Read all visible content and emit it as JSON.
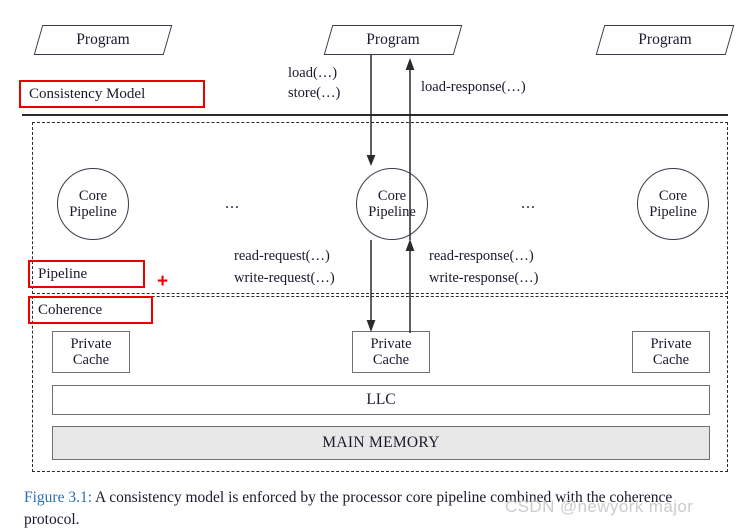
{
  "figure": {
    "caption_number": "Figure 3.1:",
    "caption_text": " A consistency model is enforced by the processor core pipeline combined with the coherence protocol.",
    "watermark": "CSDN @newyork major"
  },
  "programs": [
    {
      "label": "Program"
    },
    {
      "label": "Program"
    },
    {
      "label": "Program"
    }
  ],
  "cores": [
    {
      "line1": "Core",
      "line2": "Pipeline"
    },
    {
      "line1": "Core",
      "line2": "Pipeline"
    },
    {
      "line1": "Core",
      "line2": "Pipeline"
    }
  ],
  "caches": [
    {
      "line1": "Private",
      "line2": "Cache"
    },
    {
      "line1": "Private",
      "line2": "Cache"
    },
    {
      "line1": "Private",
      "line2": "Cache"
    }
  ],
  "bars": {
    "llc": "LLC",
    "main_memory": "MAIN MEMORY"
  },
  "ellipses": {
    "left": "...",
    "right": "..."
  },
  "interface_labels": {
    "load": "load(…)",
    "store": "store(…)",
    "load_response": "load-response(…)",
    "read_request": "read-request(…)",
    "write_request": "write-request(…)",
    "read_response": "read-response(…)",
    "write_response": "write-response(…)"
  },
  "annotations": {
    "consistency_model": "Consistency Model",
    "pipeline": "Pipeline",
    "coherence": "Coherence",
    "plus": "+",
    "accent_color": "#ee0000"
  }
}
